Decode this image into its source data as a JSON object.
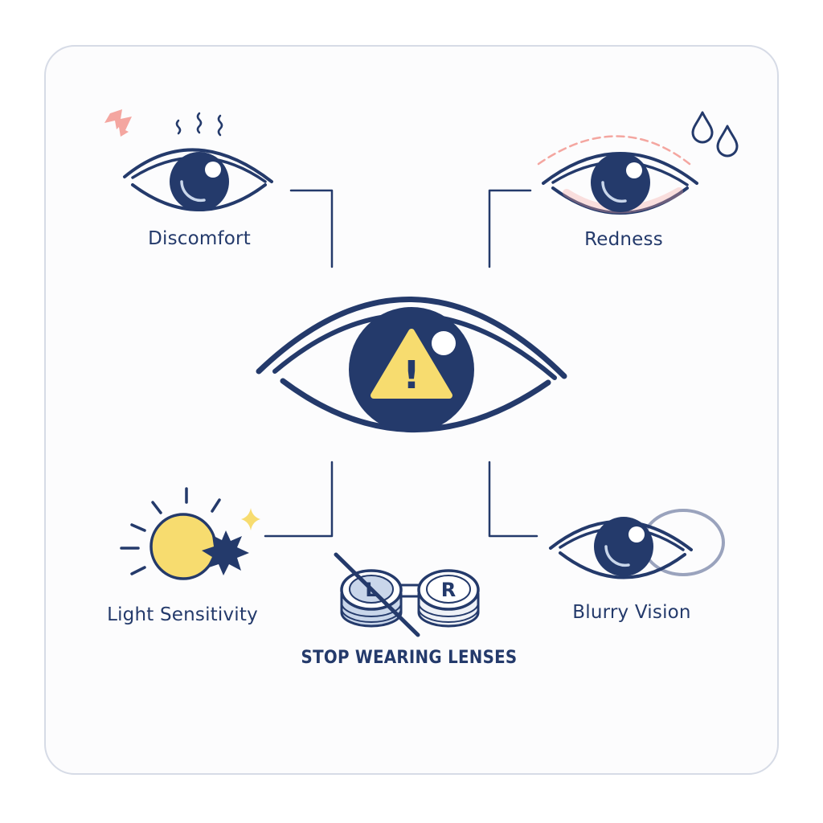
{
  "symptoms": {
    "discomfort": "Discomfort",
    "redness": "Redness",
    "light_sensitivity": "Light Sensitivity",
    "blurry_vision": "Blurry Vision"
  },
  "action": {
    "label": "STOP WEARING LENSES",
    "case_left_letter": "L",
    "case_right_letter": "R"
  },
  "center": {
    "warning_symbol": "!"
  },
  "colors": {
    "navy": "#243a6b",
    "yellow": "#f7dc6f",
    "pink": "#f4a6a0",
    "light_blue": "#c9d6ea",
    "gray_ring": "#9aa3bd"
  },
  "icons": [
    "lightning-icon",
    "heat-waves-icon",
    "tear-drops-icon",
    "warning-triangle-icon",
    "sun-icon",
    "glare-star-icon",
    "contact-lens-case-icon"
  ]
}
